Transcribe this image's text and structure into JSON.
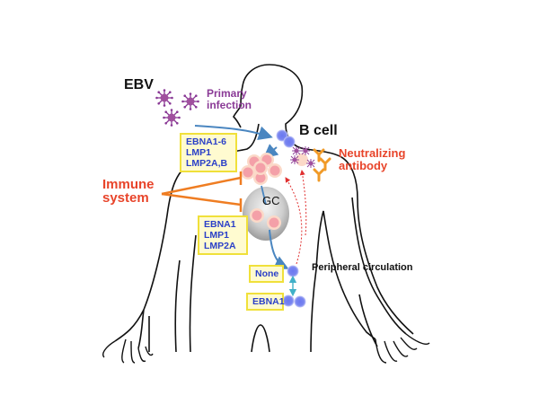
{
  "title": "EBV",
  "labels": {
    "primary_infection_line1": "Primary",
    "primary_infection_line2": "infection",
    "b_cell": "B cell",
    "neutralizing_line1": "Neutralizing",
    "neutralizing_line2": "antibody",
    "immune_line1": "Immune",
    "immune_line2": "system",
    "gc": "GC",
    "peripheral": "Peripheral circulation"
  },
  "boxes": {
    "latency3": [
      "EBNA1-6",
      "LMP1",
      "LMP2A,B"
    ],
    "latency2": [
      "EBNA1",
      "LMP1",
      "LMP2A"
    ],
    "latency0": [
      "None"
    ],
    "latency1": [
      "EBNA1"
    ]
  },
  "colors": {
    "virus": "#8a3a96",
    "primary_text": "#8a3a96",
    "immune_text": "#e8442a",
    "inhibition": "#ef7d22",
    "antibody": "#f09a28",
    "box_text": "#2a3fc8",
    "box_fill": "#fffbd0",
    "box_border": "#f0e03a",
    "b_cell": "#7a86f0",
    "infected_cell": "#f4a0a8",
    "arrow_blue": "#4a86c0",
    "arrow_red": "#e03030"
  }
}
